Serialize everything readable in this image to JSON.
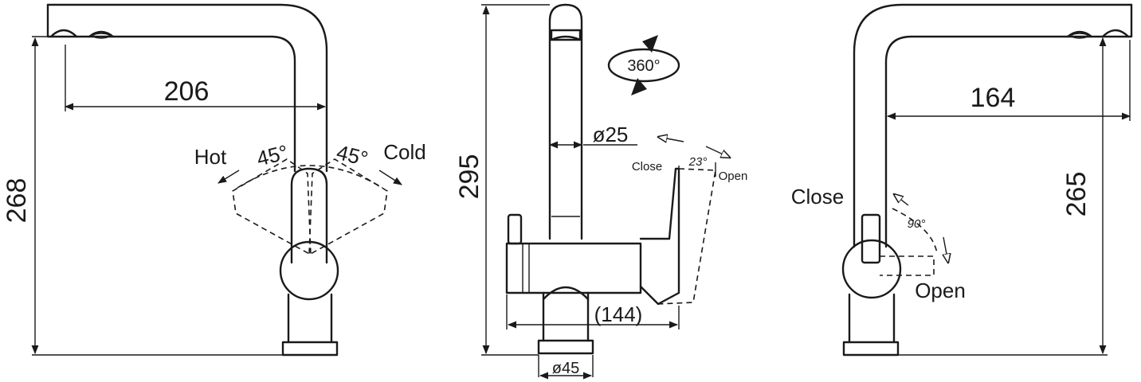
{
  "front_view": {
    "spout_reach": "206",
    "height": "268",
    "hot_label": "Hot",
    "cold_label": "Cold",
    "hot_angle": "45°",
    "cold_angle": "45°"
  },
  "side_view": {
    "height": "295",
    "rotation": "360°",
    "spout_diameter": "ø25",
    "base_diameter": "ø45",
    "body_length": "(144)",
    "close_label": "Close",
    "open_label": "Open",
    "lever_angle": "23°"
  },
  "rear_view": {
    "spout_reach": "164",
    "height": "265",
    "close_label": "Close",
    "open_label": "Open",
    "lever_angle": "90°"
  }
}
